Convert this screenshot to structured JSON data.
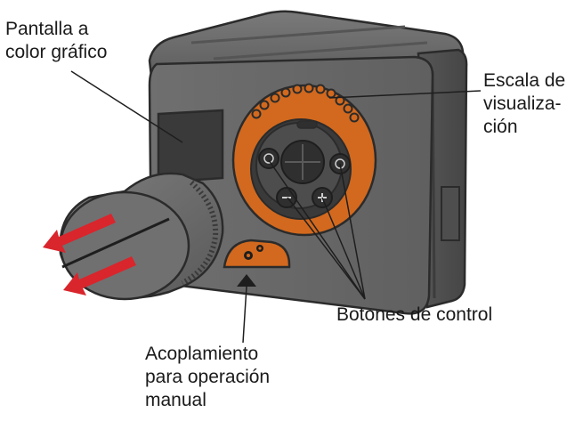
{
  "labels": {
    "display": [
      "Pantalla a",
      "color gráfico"
    ],
    "scale": [
      "Escala de",
      "visualiza-",
      "ción"
    ],
    "buttons": [
      "Botones de control"
    ],
    "coupling": [
      "Acoplamiento",
      "para operación",
      "manual"
    ]
  },
  "colors": {
    "housing": "#6b6b6b",
    "housing_dark": "#4a4a4a",
    "ring": "#d2691e",
    "arrow": "#d9252c",
    "text": "#1a1a1a"
  }
}
